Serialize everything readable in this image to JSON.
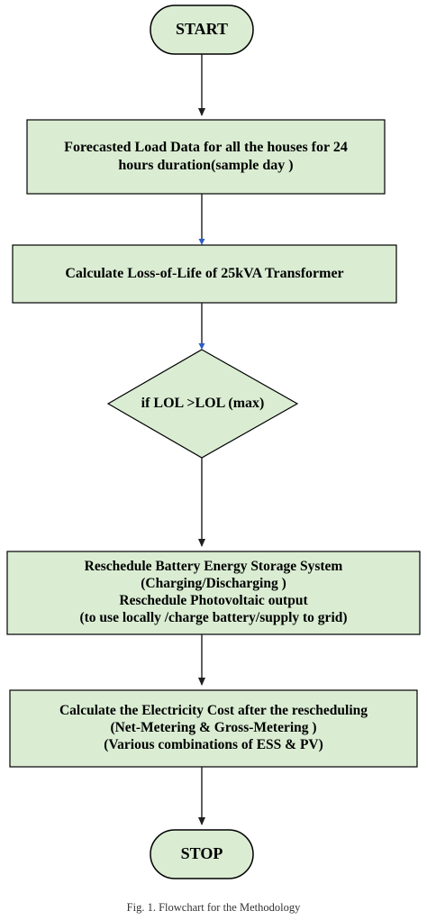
{
  "colors": {
    "fill": "#daedd3",
    "stroke": "#000000",
    "arrow": "#1f1f1f",
    "arrow_head_blue": "#2b5fc7"
  },
  "nodes": {
    "start": {
      "lines": [
        "START"
      ]
    },
    "forecast": {
      "lines": [
        "Forecasted Load Data for all the houses for 24",
        "hours duration(sample day )"
      ]
    },
    "calc_lol": {
      "lines": [
        "Calculate Loss-of-Life of 25kVA Transformer"
      ]
    },
    "decision": {
      "lines": [
        "if LOL >LOL (max)"
      ]
    },
    "reschedule": {
      "lines": [
        "Reschedule Battery Energy Storage System",
        "(Charging/Discharging )",
        "Reschedule Photovoltaic output",
        "(to use locally /charge battery/supply to grid)"
      ]
    },
    "cost": {
      "lines": [
        "Calculate the Electricity Cost after the rescheduling",
        "(Net-Metering & Gross-Metering )",
        "(Various combinations of ESS & PV)"
      ]
    },
    "stop": {
      "lines": [
        "STOP"
      ]
    }
  },
  "caption": "Fig. 1. Flowchart for the Methodology"
}
